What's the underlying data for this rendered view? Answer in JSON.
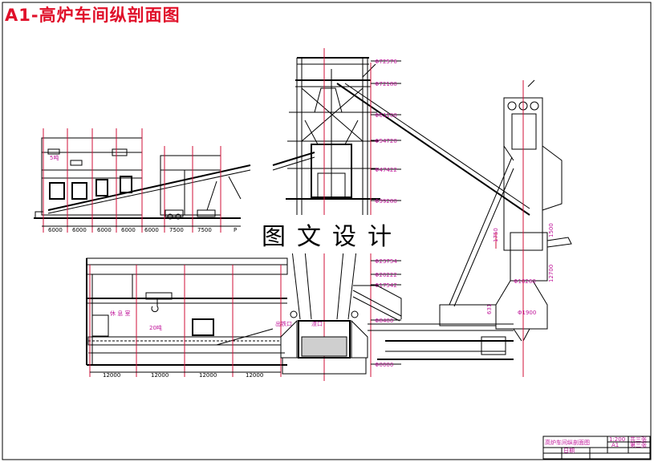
{
  "title": "A1-高炉车间纵剖面图",
  "watermark": "图文设计",
  "elevation_labels": [
    "Φ72576",
    "Φ72180",
    "Φ61100",
    "Φ54720",
    "Φ47422",
    "Φ39280",
    "Φ23754",
    "Φ20222",
    "Φ17542",
    "Φ8400",
    "Φ0000"
  ],
  "upper_dims": [
    "6000",
    "6000",
    "6000",
    "6000",
    "6000",
    "7500",
    "7500",
    "P"
  ],
  "lower_dims": [
    "12000",
    "12000",
    "12000",
    "12000"
  ],
  "stove_dims": {
    "d1": "Φ10260",
    "d2": "Φ1900",
    "h1": "1750",
    "h2": "1500",
    "h3": "12700",
    "h4": "631"
  },
  "crane_labels": {
    "c1": "5吨",
    "c2": "20吨",
    "c3": "休\n息\n室",
    "c4": "出铁口",
    "c5": "渣口"
  },
  "title_block": {
    "name": "高炉车间纵剖面图",
    "scale": "1:200",
    "sheet": "A1",
    "r1": "共三张",
    "r2": "第三张",
    "r3": "日期"
  }
}
